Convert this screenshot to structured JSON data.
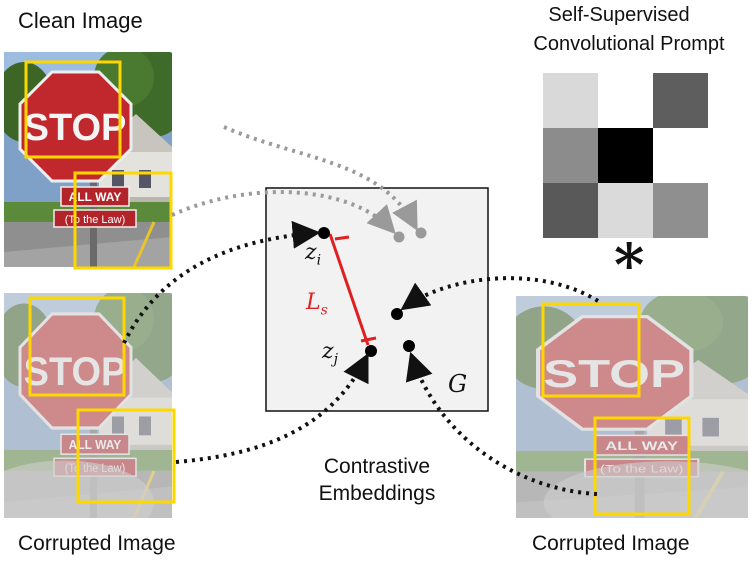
{
  "labels": {
    "clean_image": "Clean Image",
    "prompt_line1": "Self-Supervised",
    "prompt_line2": "Convolutional Prompt",
    "corrupted_left": "Corrupted Image",
    "corrupted_right": "Corrupted Image",
    "contrastive_line1": "Contrastive",
    "contrastive_line2": "Embeddings"
  },
  "math": {
    "zi_base": "z",
    "zi_sub": "i",
    "zj_base": "z",
    "zj_sub": "j",
    "loss_base": "L",
    "loss_sub": "s",
    "space": "G",
    "convolution": "*"
  },
  "photo_text": {
    "stop": "STOP",
    "all_way": "ALL WAY",
    "to_the_law": "(To the Law)"
  },
  "prompt_grid": {
    "rows": 3,
    "cols": 3,
    "colors": [
      "#d9d9d9",
      "#ffffff",
      "#5e5e5e",
      "#8c8c8c",
      "#000000",
      "#ffffff",
      "#595959",
      "#dadada",
      "#8f8f8f"
    ]
  },
  "colors": {
    "box": "#ffd700",
    "loss": "#e02020",
    "arrow_gray": "#9a9a9a",
    "arrow_black": "#111111",
    "embedding_bg": "#f2f2f2"
  }
}
